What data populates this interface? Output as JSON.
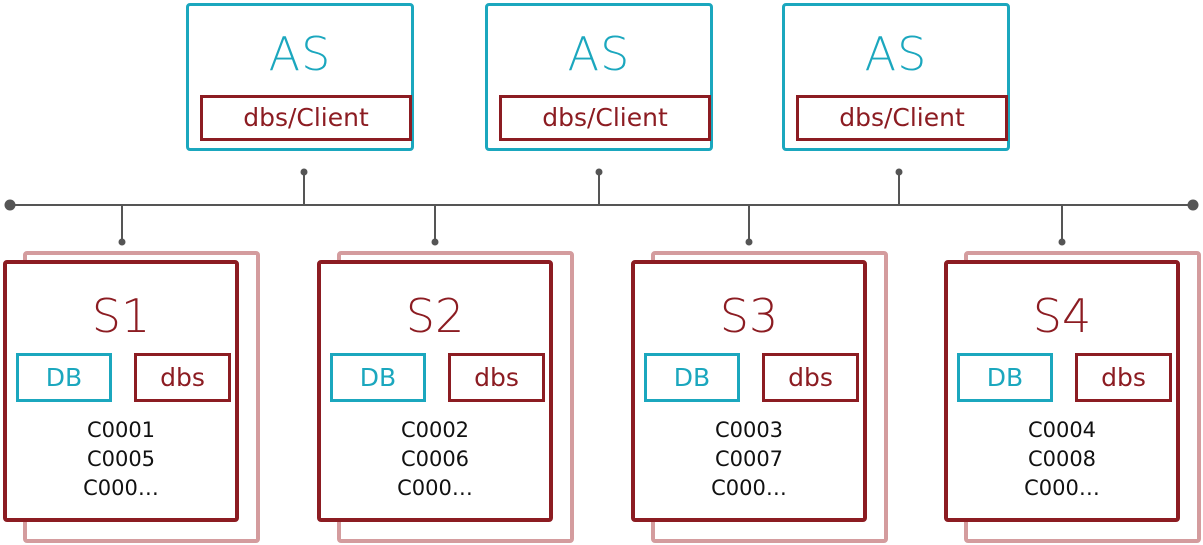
{
  "colors": {
    "teal": "#1ba7be",
    "maroon": "#8c1c22",
    "shadow": "#d49c9e",
    "line": "#555555"
  },
  "app_servers": [
    {
      "title": "AS",
      "client_label": "dbs/Client"
    },
    {
      "title": "AS",
      "client_label": "dbs/Client"
    },
    {
      "title": "AS",
      "client_label": "dbs/Client"
    }
  ],
  "servers": [
    {
      "title": "S1",
      "db_label": "DB",
      "dbs_label": "dbs",
      "clients": [
        "C0001",
        "C0005",
        "C000…"
      ]
    },
    {
      "title": "S2",
      "db_label": "DB",
      "dbs_label": "dbs",
      "clients": [
        "C0002",
        "C0006",
        "C000…"
      ]
    },
    {
      "title": "S3",
      "db_label": "DB",
      "dbs_label": "dbs",
      "clients": [
        "C0003",
        "C0007",
        "C000…"
      ]
    },
    {
      "title": "S4",
      "db_label": "DB",
      "dbs_label": "dbs",
      "clients": [
        "C0004",
        "C0008",
        "C000…"
      ]
    }
  ]
}
